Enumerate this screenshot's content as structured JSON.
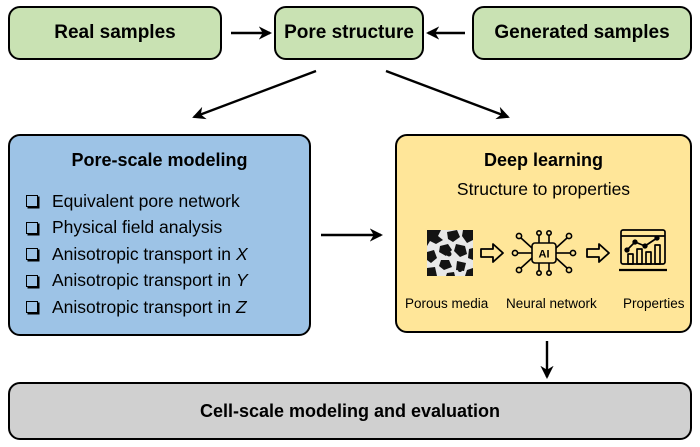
{
  "top": {
    "real_samples": "Real samples",
    "pore_structure": "Pore structure",
    "generated_samples": "Generated samples"
  },
  "pore_scale": {
    "title": "Pore-scale modeling",
    "items": [
      {
        "text": "Equivalent pore network",
        "var": ""
      },
      {
        "text": "Physical field analysis",
        "var": ""
      },
      {
        "text": "Anisotropic transport in",
        "var": "X"
      },
      {
        "text": "Anisotropic transport in",
        "var": "Y"
      },
      {
        "text": "Anisotropic transport in",
        "var": "Z"
      }
    ]
  },
  "deep_learning": {
    "title": "Deep learning",
    "subtitle": "Structure to properties",
    "captions": {
      "porous": "Porous media",
      "neural": "Neural network",
      "properties": "Properties"
    },
    "ai_label": "AI"
  },
  "bottom": {
    "label": "Cell-scale modeling and evaluation"
  },
  "colors": {
    "green": "#c9e2b3",
    "blue": "#9dc3e6",
    "yellow": "#ffe699",
    "gray": "#d0d0d0"
  },
  "icons": [
    "porous-media-icon",
    "neural-network-icon",
    "properties-chart-icon",
    "arrow-right-icon"
  ]
}
